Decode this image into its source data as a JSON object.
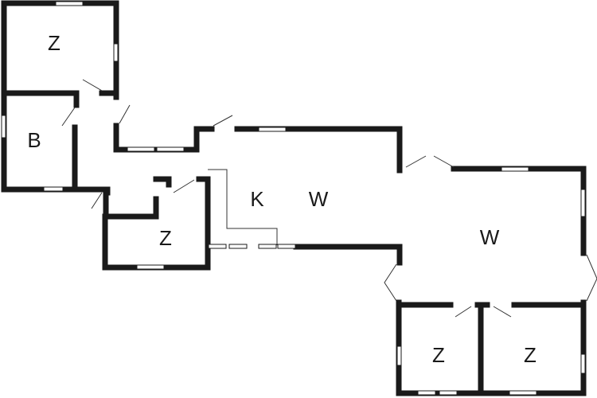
{
  "floorplan": {
    "rooms": [
      {
        "id": "bedroom-1",
        "label": "Z"
      },
      {
        "id": "bathroom",
        "label": "B"
      },
      {
        "id": "bedroom-2",
        "label": "Z"
      },
      {
        "id": "kitchen",
        "label": "K"
      },
      {
        "id": "living-1",
        "label": "W"
      },
      {
        "id": "living-2",
        "label": "W"
      },
      {
        "id": "bedroom-3",
        "label": "Z"
      },
      {
        "id": "bedroom-4",
        "label": "Z"
      }
    ],
    "colors": {
      "wall": "#1a1a1a",
      "background": "#ffffff"
    }
  }
}
